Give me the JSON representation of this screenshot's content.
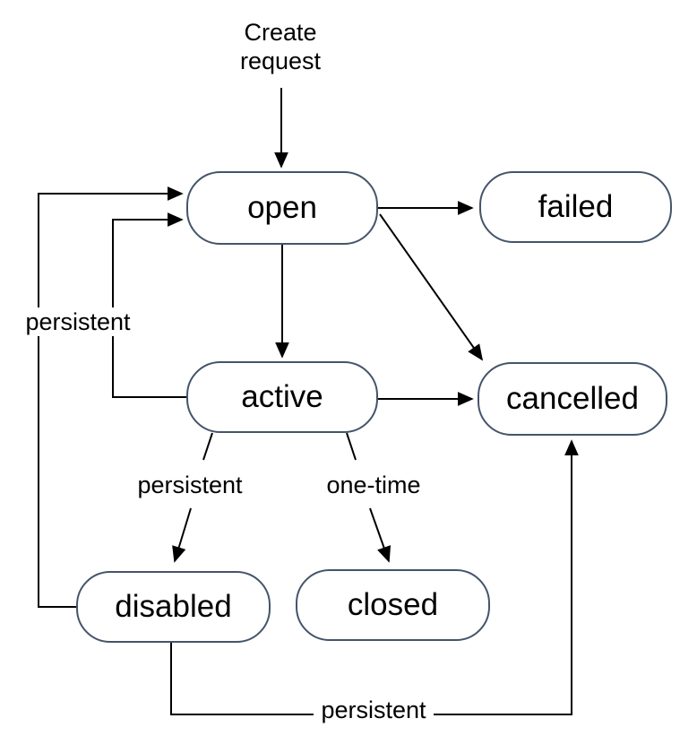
{
  "diagram": {
    "type": "state-diagram",
    "background": "#ffffff",
    "colors": {
      "node_border": "#44546A",
      "node_fill": "#ffffff",
      "edge": "#000000",
      "text": "#000000"
    },
    "nodes": [
      {
        "id": "open",
        "label": "open"
      },
      {
        "id": "failed",
        "label": "failed"
      },
      {
        "id": "active",
        "label": "active"
      },
      {
        "id": "cancelled",
        "label": "cancelled"
      },
      {
        "id": "disabled",
        "label": "disabled"
      },
      {
        "id": "closed",
        "label": "closed"
      }
    ],
    "labels": {
      "create_request": "Create\nrequest",
      "persistent_left": "persistent",
      "persistent_mid": "persistent",
      "one_time": "one-time",
      "persistent_bottom": "persistent"
    },
    "edges": [
      {
        "from": "start",
        "to": "open",
        "label": "Create request"
      },
      {
        "from": "open",
        "to": "failed",
        "label": ""
      },
      {
        "from": "open",
        "to": "cancelled",
        "label": ""
      },
      {
        "from": "open",
        "to": "active",
        "label": ""
      },
      {
        "from": "active",
        "to": "cancelled",
        "label": ""
      },
      {
        "from": "active",
        "to": "open",
        "label": "persistent"
      },
      {
        "from": "disabled",
        "to": "open",
        "label": "persistent"
      },
      {
        "from": "active",
        "to": "disabled",
        "label": "persistent"
      },
      {
        "from": "active",
        "to": "closed",
        "label": "one-time"
      },
      {
        "from": "disabled",
        "to": "cancelled",
        "label": "persistent"
      }
    ]
  }
}
